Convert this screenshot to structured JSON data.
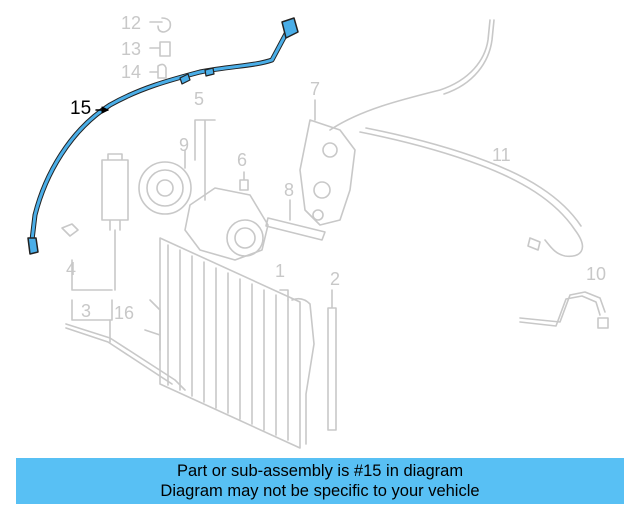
{
  "diagram": {
    "part_numbers": [
      "1",
      "2",
      "3",
      "4",
      "5",
      "6",
      "7",
      "8",
      "9",
      "10",
      "11",
      "12",
      "13",
      "14",
      "15",
      "16"
    ],
    "highlighted_part": "15",
    "highlight_color": "#4aaee8",
    "part_line_color": "#c8c8c8"
  },
  "banner": {
    "line1": "Part or sub-assembly is #15 in diagram",
    "line2": "Diagram may not be specific to your vehicle",
    "background": "#58c0f4"
  }
}
